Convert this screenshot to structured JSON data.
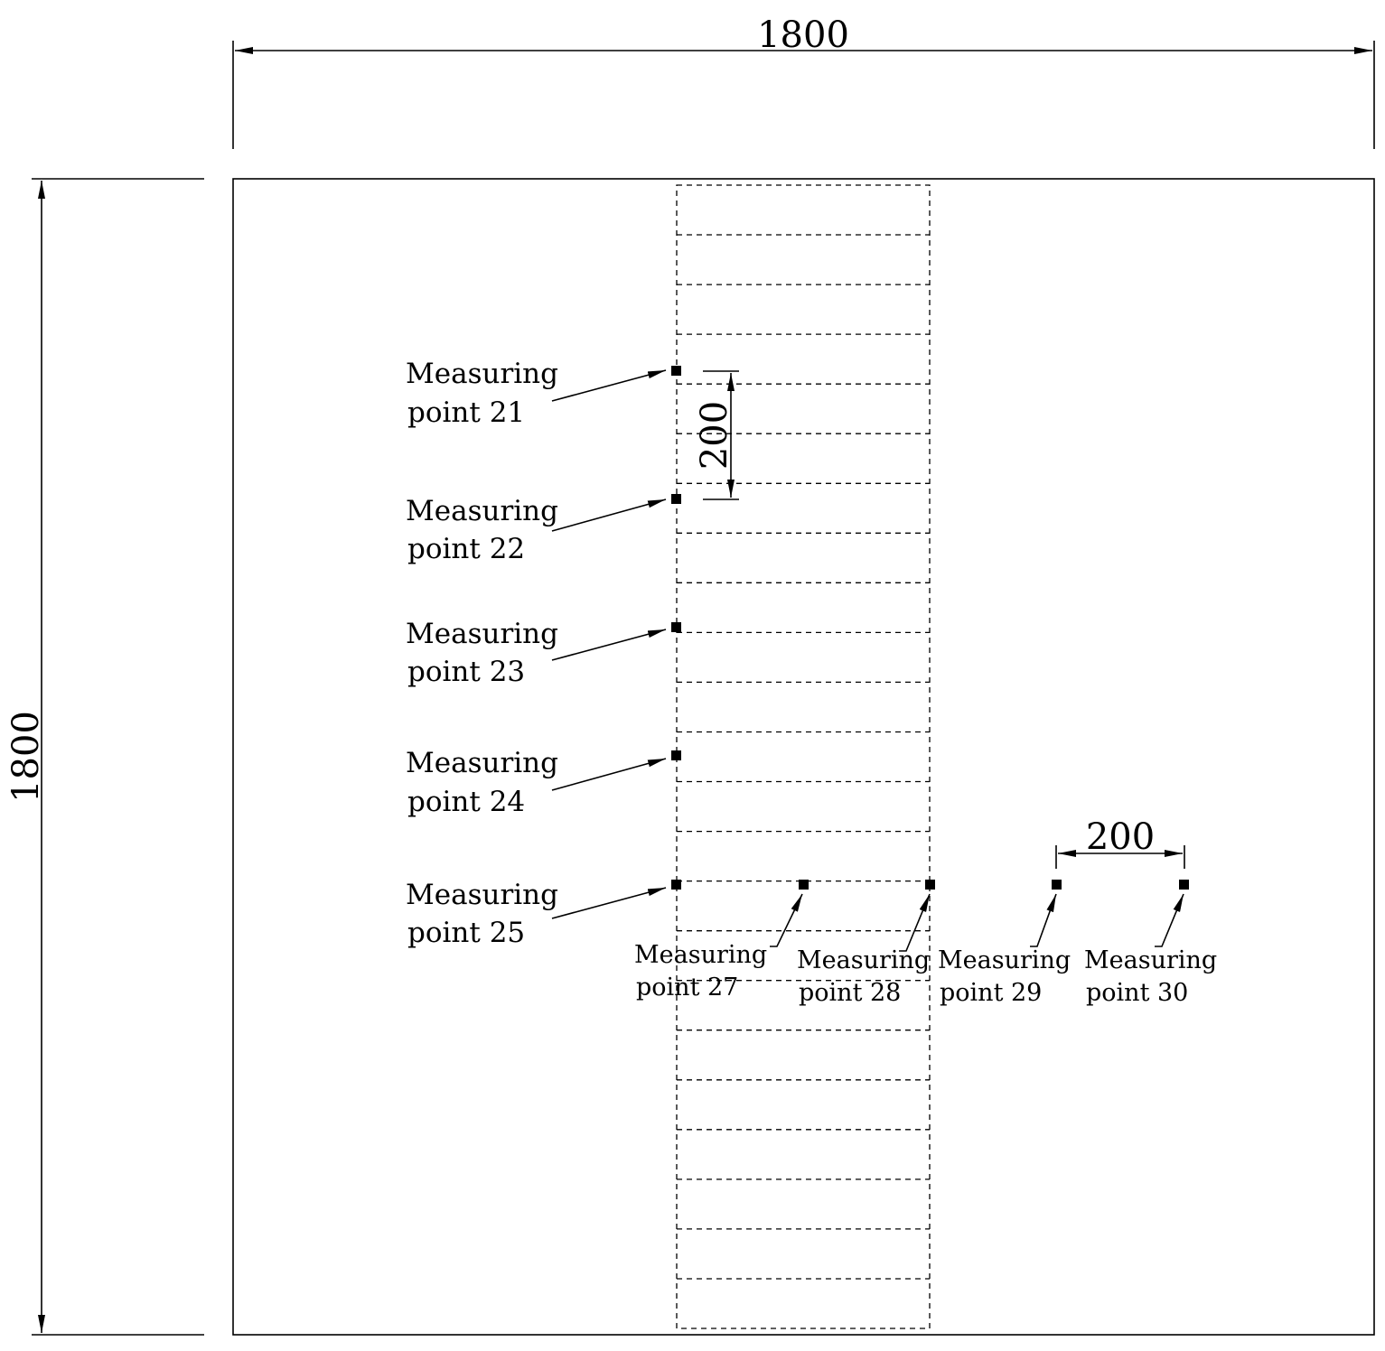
{
  "dimensions": {
    "top_width": "1800",
    "left_height": "1800",
    "vertical_spacing": "200",
    "horizontal_spacing": "200"
  },
  "labels": {
    "p21": {
      "line1": "Measuring",
      "line2": "point 21"
    },
    "p22": {
      "line1": "Measuring",
      "line2": "point 22"
    },
    "p23": {
      "line1": "Measuring",
      "line2": "point 23"
    },
    "p24": {
      "line1": "Measuring",
      "line2": "point 24"
    },
    "p25": {
      "line1": "Measuring",
      "line2": "point 25"
    },
    "p27": {
      "line1": "Measuring",
      "line2": "point 27"
    },
    "p28": {
      "line1": "Measuring",
      "line2": "point 28"
    },
    "p29": {
      "line1": "Measuring",
      "line2": "point 29"
    },
    "p30": {
      "line1": "Measuring",
      "line2": "point 30"
    }
  }
}
